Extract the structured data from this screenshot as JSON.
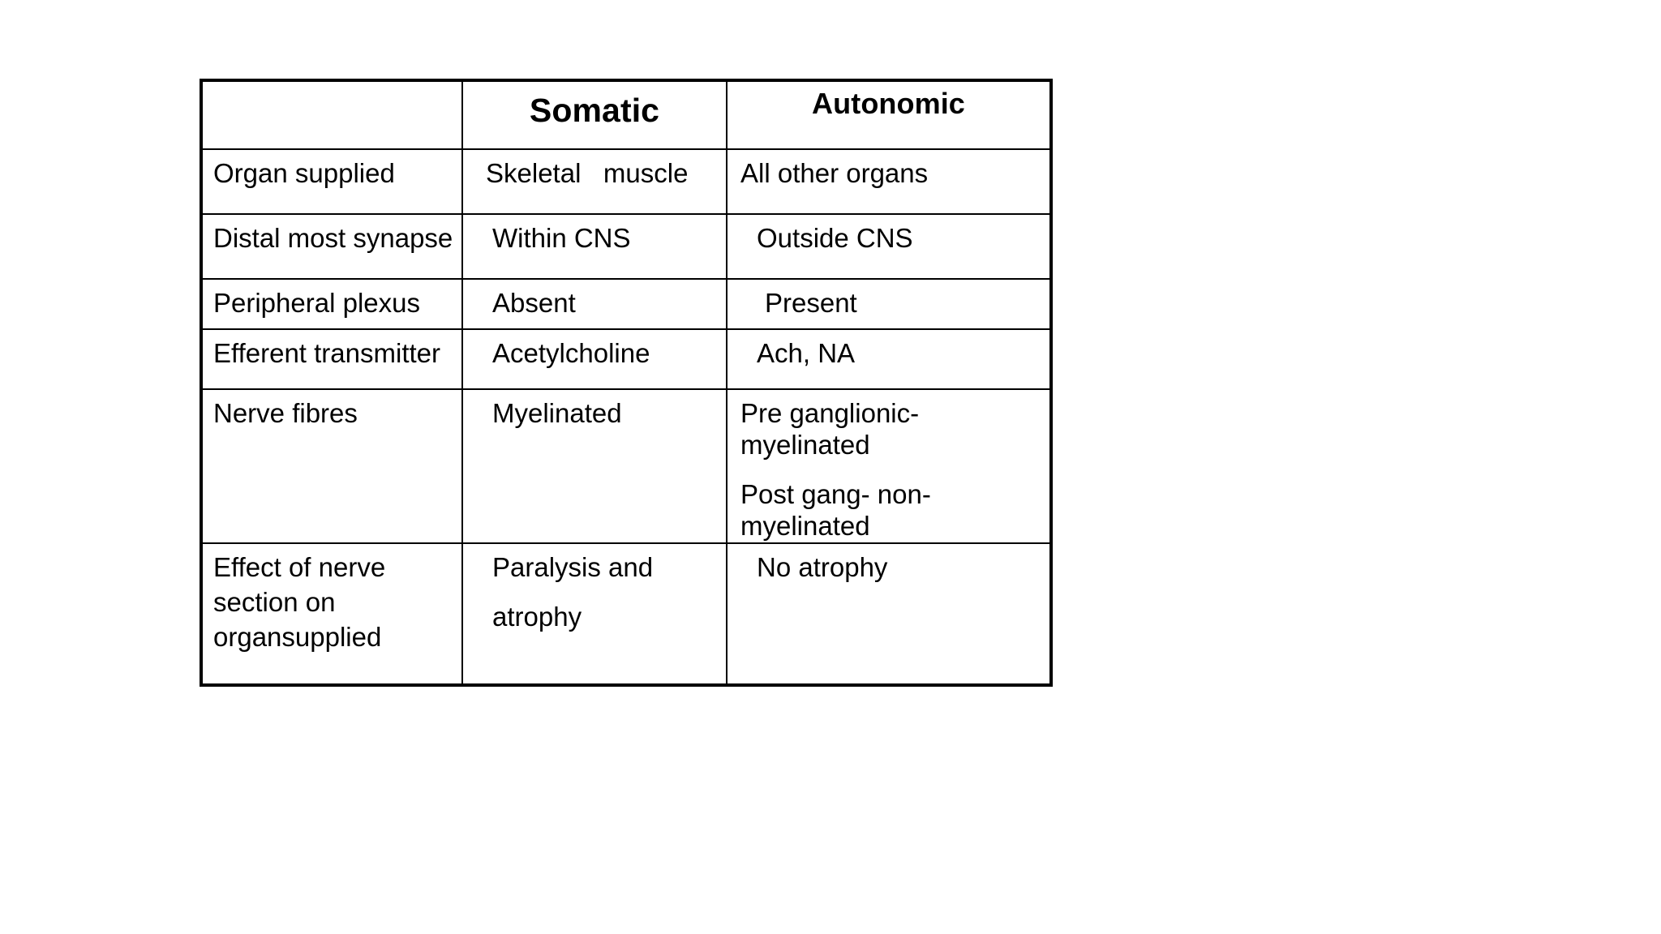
{
  "table": {
    "name": "somatic-vs-autonomic-nervous-system",
    "columns": [
      {
        "key": "feature",
        "header": ""
      },
      {
        "key": "somatic",
        "header": "Somatic"
      },
      {
        "key": "autonomic",
        "header": "Autonomic"
      }
    ],
    "rows": [
      {
        "feature": "Organ supplied",
        "somatic": "Skeletal   muscle",
        "autonomic": "All other organs"
      },
      {
        "feature": "Distal most synapse",
        "somatic": "Within CNS",
        "autonomic": "Outside CNS"
      },
      {
        "feature": "Peripheral plexus",
        "somatic": "Absent",
        "autonomic": "Present"
      },
      {
        "feature": "Efferent transmitter",
        "somatic": "Acetylcholine",
        "autonomic": "Ach, NA"
      },
      {
        "feature": "Nerve fibres",
        "somatic": "Myelinated",
        "autonomic_line1": "Pre ganglionic- myelinated",
        "autonomic_line2": "Post gang- non- myelinated"
      },
      {
        "feature_line1": "Effect of nerve",
        "feature_line2": "section on",
        "feature_line3": "organsupplied",
        "somatic_line1": "Paralysis and",
        "somatic_line2": "atrophy",
        "autonomic": "No atrophy"
      }
    ]
  },
  "style": {
    "text_color": "#000000",
    "background_color": "#ffffff",
    "border_color": "#000000"
  }
}
